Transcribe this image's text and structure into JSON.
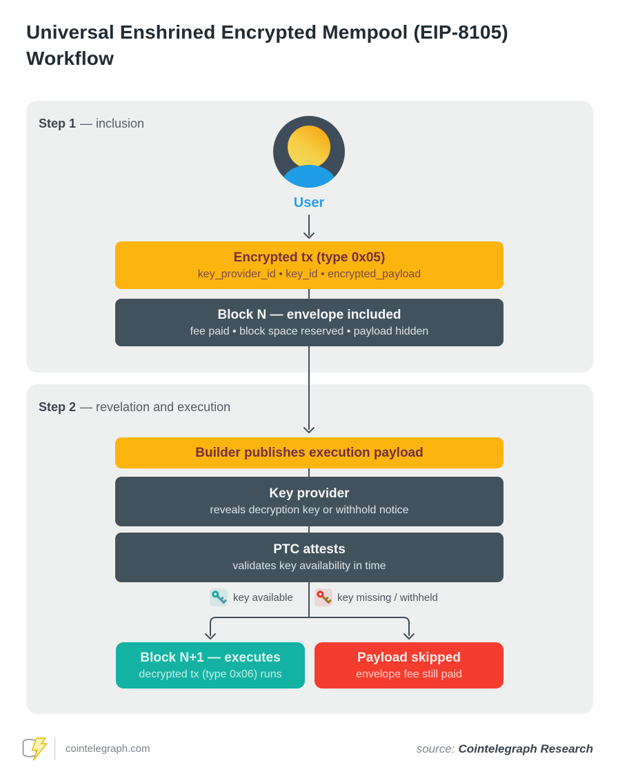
{
  "title": {
    "line1": "Universal Enshrined Encrypted Mempool (EIP-8105)",
    "line2": "Workflow"
  },
  "step1": {
    "label": "Step 1",
    "sublabel": "— inclusion",
    "actor": "User",
    "encrypted_box": {
      "title": "Encrypted tx (type 0x05)",
      "subtitle": "key_provider_id • key_id • encrypted_payload"
    },
    "block_box": {
      "title": "Block N — envelope included",
      "subtitle": "fee paid • block space reserved • payload hidden"
    }
  },
  "step2": {
    "label": "Step 2",
    "sublabel": "— revelation and execution",
    "builder_box": {
      "title": "Builder publishes execution payload"
    },
    "key_provider_box": {
      "title": "Key provider",
      "subtitle": "reveals decryption key or withhold notice"
    },
    "ptc_box": {
      "title": "PTC attests",
      "subtitle": "validates key availability in time"
    },
    "branch": {
      "left_label": "key available",
      "right_label": "key missing / withheld"
    },
    "executes_box": {
      "title": "Block N+1 — executes",
      "subtitle": "decrypted tx (type 0x06) runs"
    },
    "skipped_box": {
      "title": "Payload skipped",
      "subtitle": "envelope fee still paid"
    }
  },
  "footer": {
    "site": "cointelegraph.com",
    "source_prefix": "source:",
    "source_name": "Cointelegraph Research"
  },
  "icons": {
    "user_avatar": "user-avatar-icon",
    "key_available": "key-available-icon",
    "key_missing": "key-missing-icon",
    "logo": "cointelegraph-logo-icon",
    "arrows": "flow-arrow-connectors"
  },
  "colors": {
    "yellow_box": "#fcb40e",
    "yellow_box_text": "#74303c",
    "dark_box": "#42525d",
    "teal_box": "#14b2a2",
    "red_box": "#f43d2f",
    "user_blue": "#2b9ded",
    "arrow": "#404d58",
    "panel_bg": "#eef0ef",
    "title_text": "#212b33",
    "key_teal": "#16a9a2",
    "key_red": "#e2372a"
  }
}
